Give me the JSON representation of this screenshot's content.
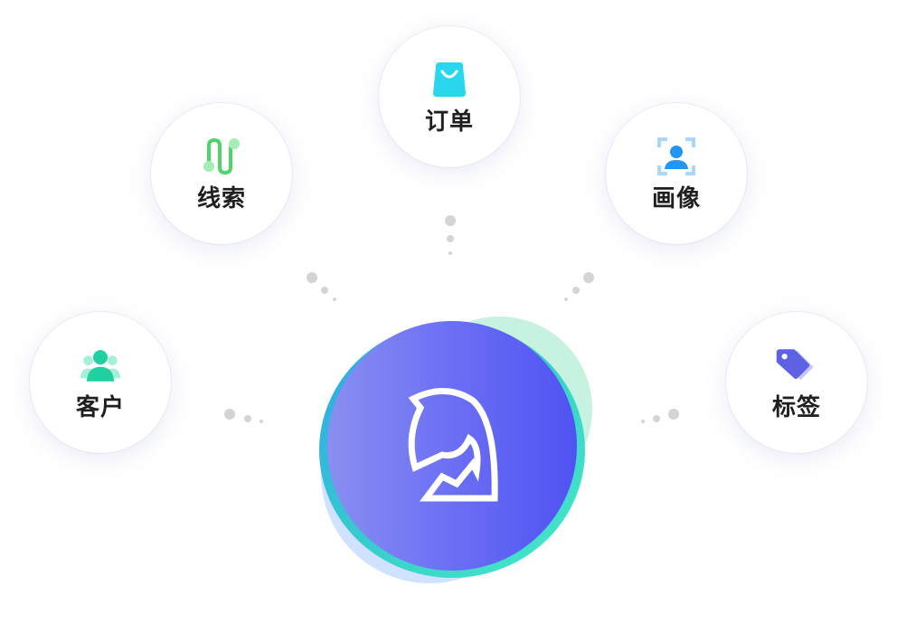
{
  "nodes": {
    "order": {
      "label": "订单",
      "icon": "shopping-bag-icon",
      "color": "#29d6ee"
    },
    "clue": {
      "label": "线索",
      "icon": "route-path-icon",
      "color": "#4fd46a"
    },
    "profile": {
      "label": "画像",
      "icon": "user-scan-icon",
      "color": "#2196f3"
    },
    "customer": {
      "label": "客户",
      "icon": "users-group-icon",
      "color": "#1fd1a0"
    },
    "tag": {
      "label": "标签",
      "icon": "tag-icon",
      "color": "#6a6ee8"
    }
  },
  "center": {
    "icon": "horse-logo-icon",
    "gradient": [
      "#8a8ef0",
      "#4f52f2"
    ],
    "ring_colors": [
      "#2fa4e8",
      "#46ebc9",
      "#cfe2ff",
      "#c7f2df"
    ]
  },
  "connector_color": "#d4d4d6"
}
